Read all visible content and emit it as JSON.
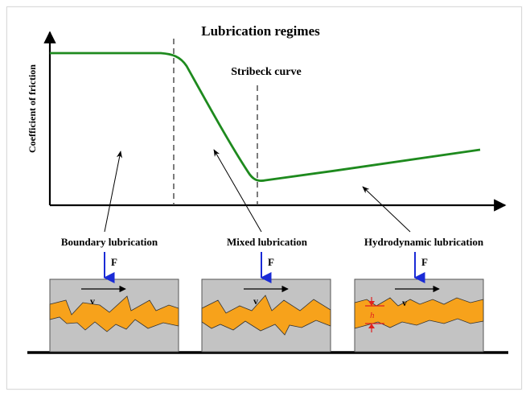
{
  "diagram": {
    "title": "Lubrication regimes",
    "curve_label": "Stribeck curve",
    "y_axis_label": "Coefficient of friction",
    "regimes": [
      {
        "id": "boundary",
        "label": "Boundary lubrication",
        "force_label": "F",
        "velocity_label": "v"
      },
      {
        "id": "mixed",
        "label": "Mixed lubrication",
        "force_label": "F",
        "velocity_label": "v"
      },
      {
        "id": "hydrodynamic",
        "label": "Hydrodynamic lubrication",
        "force_label": "F",
        "velocity_label": "v",
        "film_label": "h"
      }
    ]
  },
  "colors": {
    "curve": "#1e8a1e",
    "axis": "#000000",
    "block_fill": "#c3c3c3",
    "block_border": "#555555",
    "lubricant": "#f7a21b",
    "force_arrow": "#1a2bd6",
    "film_marker": "#e02020",
    "ground": "#000000"
  }
}
